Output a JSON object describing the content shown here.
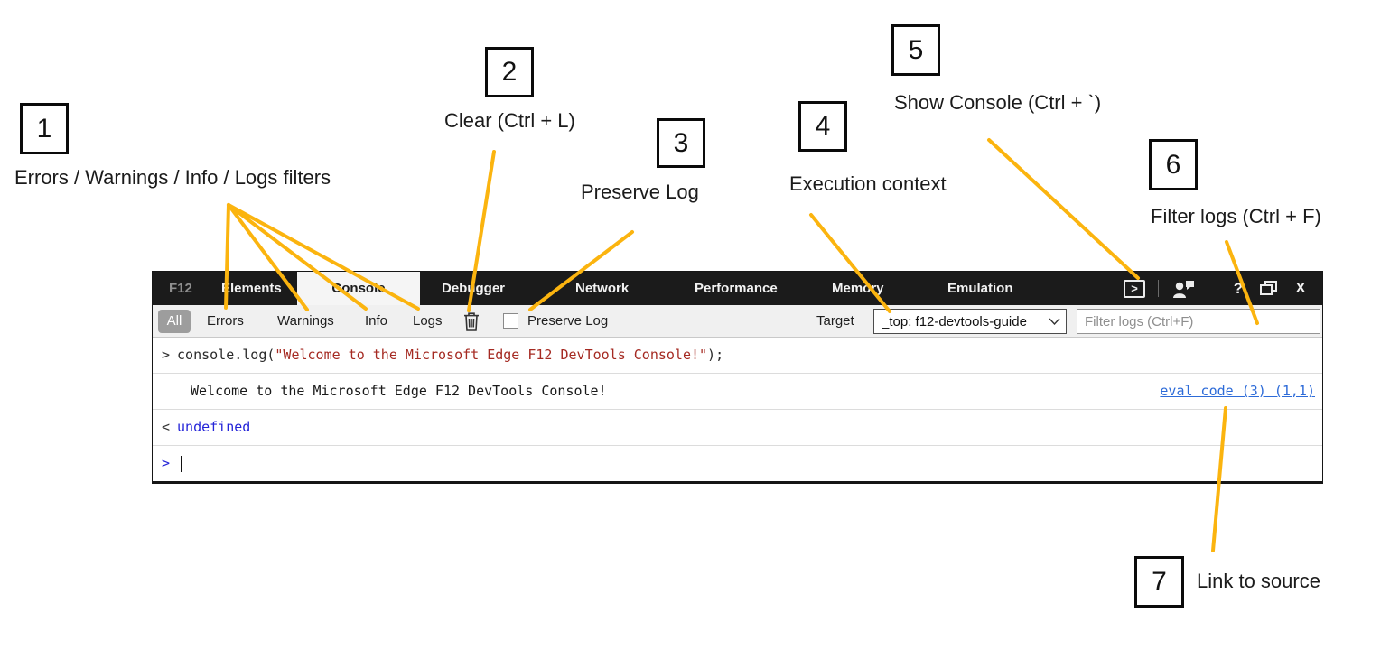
{
  "annotations": {
    "accent_line_color": "#FBB40F",
    "items": [
      {
        "number": "1",
        "label": "Errors / Warnings / Info / Logs filters"
      },
      {
        "number": "2",
        "label": "Clear (Ctrl + L)"
      },
      {
        "number": "3",
        "label": "Preserve Log"
      },
      {
        "number": "4",
        "label": "Execution context"
      },
      {
        "number": "5",
        "label": "Show Console (Ctrl + `)"
      },
      {
        "number": "6",
        "label": "Filter logs (Ctrl + F)"
      },
      {
        "number": "7",
        "label": "Link to source"
      }
    ]
  },
  "devtools": {
    "menubar": {
      "logo": "F12",
      "tabs": [
        {
          "label": "Elements",
          "active": false
        },
        {
          "label": "Console",
          "active": true
        },
        {
          "label": "Debugger",
          "active": false
        },
        {
          "label": "Network",
          "active": false
        },
        {
          "label": "Performance",
          "active": false
        },
        {
          "label": "Memory",
          "active": false
        },
        {
          "label": "Emulation",
          "active": false
        }
      ],
      "show_console_glyph": ">",
      "help_glyph": "?",
      "close_glyph": "X"
    },
    "toolbar": {
      "filters": [
        {
          "label": "All",
          "active": true
        },
        {
          "label": "Errors",
          "active": false
        },
        {
          "label": "Warnings",
          "active": false
        },
        {
          "label": "Info",
          "active": false
        },
        {
          "label": "Logs",
          "active": false
        }
      ],
      "preserve_log_label": "Preserve Log",
      "preserve_log_checked": false,
      "target_label": "Target",
      "target_value": "_top: f12-devtools-guide",
      "filter_placeholder": "Filter logs (Ctrl+F)"
    },
    "console": {
      "echo_prefix": ">",
      "code_fn": "console.log(",
      "code_string": "\"Welcome to the Microsoft Edge F12 DevTools Console!\"",
      "code_close": ");",
      "log_message": "Welcome to the Microsoft Edge F12 DevTools Console!",
      "source_link": "eval code (3) (1,1)",
      "result_prefix": "<",
      "result_value": "undefined",
      "prompt_prefix": ">"
    },
    "colors": {
      "string_red": "#A52A22",
      "value_blue": "#2424D8",
      "link_blue": "#2D6BD8",
      "menubar_bg": "#1B1B1B",
      "toolbar_bg": "#F0F0F0"
    }
  }
}
